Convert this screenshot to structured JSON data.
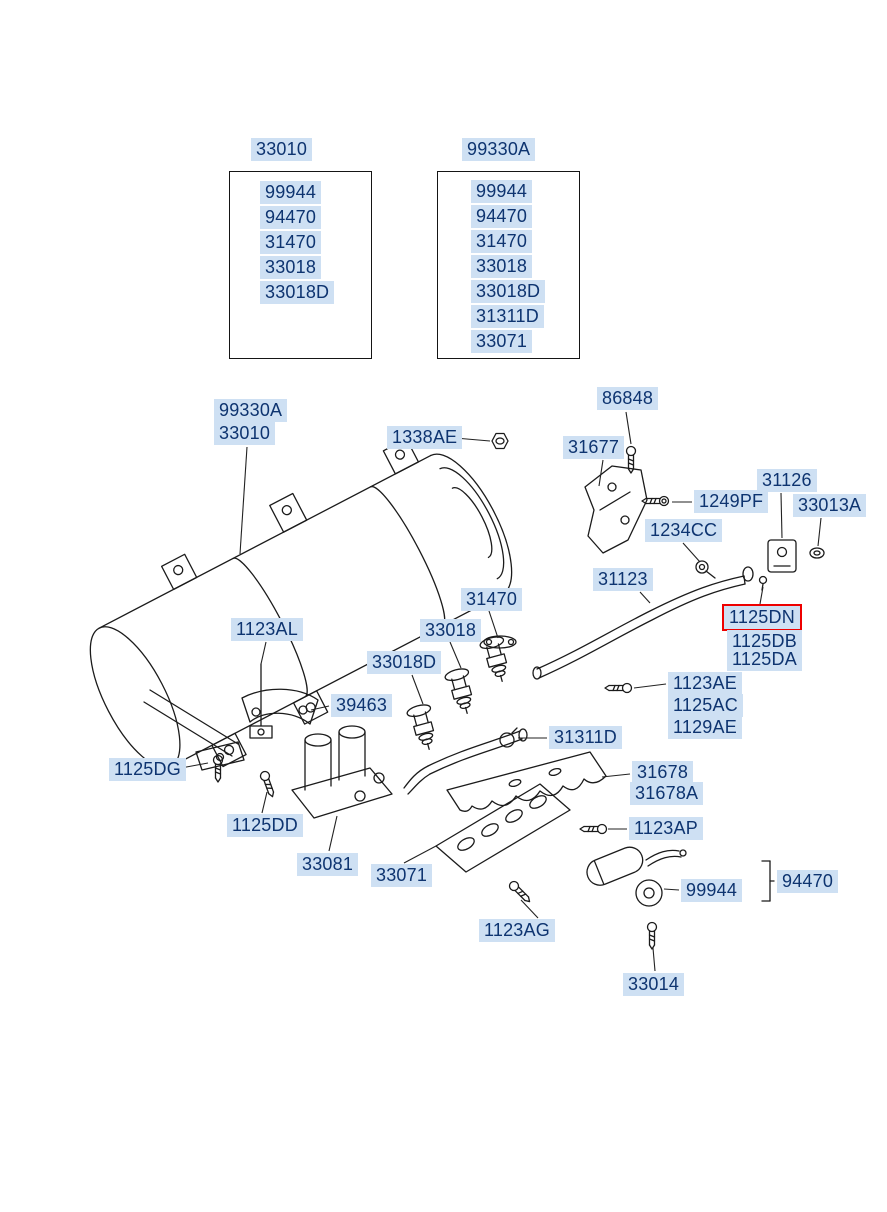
{
  "colors": {
    "label_bg": "#cee0f3",
    "label_text": "#0e3470",
    "line": "#1b1b1b",
    "highlight_border": "#ee0000"
  },
  "top_groups": [
    {
      "header": "33010",
      "items": [
        "99944",
        "94470",
        "31470",
        "33018",
        "33018D"
      ]
    },
    {
      "header": "99330A",
      "items": [
        "99944",
        "94470",
        "31470",
        "33018",
        "33018D",
        "31311D",
        "33071"
      ]
    }
  ],
  "callouts": {
    "tank_line1": "99330A",
    "tank_line2": "33010",
    "c1338AE": "1338AE",
    "c86848": "86848",
    "c31677": "31677",
    "c1249PF": "1249PF",
    "c31126": "31126",
    "c33013A": "33013A",
    "c1234CC": "1234CC",
    "c31123": "31123",
    "c1125DN": "1125DN",
    "c1125DB": "1125DB",
    "c1125DA": "1125DA",
    "c31470": "31470",
    "c33018": "33018",
    "c33018D": "33018D",
    "c1123AL": "1123AL",
    "c39463": "39463",
    "c1123AE": "1123AE",
    "c1125AC": "1125AC",
    "c1129AE": "1129AE",
    "c31311D": "31311D",
    "c1125DG": "1125DG",
    "c1125DD": "1125DD",
    "c33081": "33081",
    "c33071": "33071",
    "c31678": "31678",
    "c31678A": "31678A",
    "c1123AP": "1123AP",
    "c99944": "99944",
    "c94470": "94470",
    "c1123AG": "1123AG",
    "c33014": "33014"
  },
  "highlighted_part": "1125DN"
}
